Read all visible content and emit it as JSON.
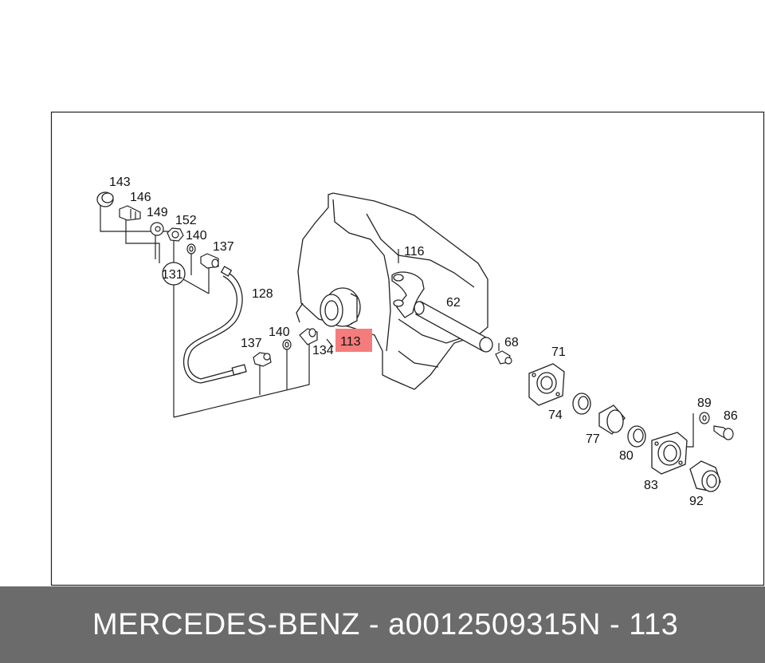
{
  "diagram": {
    "callouts": {
      "c143": "143",
      "c146": "146",
      "c149": "149",
      "c152": "152",
      "c140a": "140",
      "c137a": "137",
      "c131": "131",
      "c128": "128",
      "c140b": "140",
      "c137b": "137",
      "c134": "134",
      "c113": "113",
      "c116": "116",
      "c62": "62",
      "c68": "68",
      "c71": "71",
      "c74": "74",
      "c77": "77",
      "c80": "80",
      "c83": "83",
      "c89": "89",
      "c86": "86",
      "c92": "92"
    },
    "highlight_color": "#f47c7c"
  },
  "footer": {
    "text": "MERCEDES-BENZ - a0012509315",
    "ref": "N - 113",
    "background": "#6b6b6b"
  }
}
